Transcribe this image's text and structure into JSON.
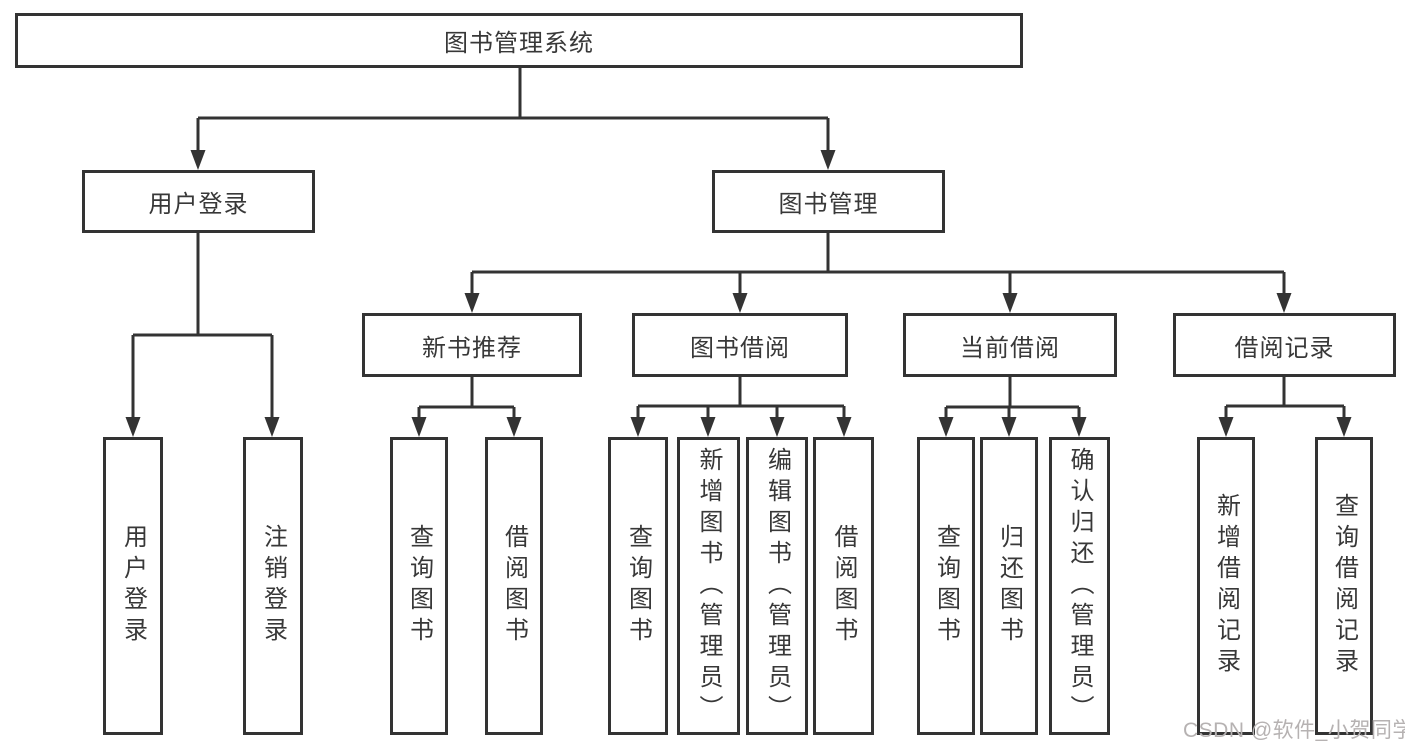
{
  "diagram": {
    "root": {
      "label": "图书管理系统"
    },
    "level2": [
      {
        "label": "用户登录"
      },
      {
        "label": "图书管理"
      }
    ],
    "level3": [
      {
        "label": "新书推荐"
      },
      {
        "label": "图书借阅"
      },
      {
        "label": "当前借阅"
      },
      {
        "label": "借阅记录"
      }
    ],
    "leaves": {
      "user_login": [
        {
          "label": "用户登录"
        },
        {
          "label": "注销登录"
        }
      ],
      "new_book_recommend": [
        {
          "label": "查询图书"
        },
        {
          "label": "借阅图书"
        }
      ],
      "book_borrow": [
        {
          "label": "查询图书"
        },
        {
          "label": "新增图书（管理员）"
        },
        {
          "label": "编辑图书（管理员）"
        },
        {
          "label": "借阅图书"
        }
      ],
      "current_borrow": [
        {
          "label": "查询图书"
        },
        {
          "label": "归还图书"
        },
        {
          "label": "确认归还（管理员）"
        }
      ],
      "borrow_records": [
        {
          "label": "新增借阅记录"
        },
        {
          "label": "查询借阅记录"
        }
      ]
    }
  },
  "watermark": "CSDN @软件_小贺同学",
  "colors": {
    "line": "#333333",
    "box_border": "#333333",
    "box_fill": "#ffffff",
    "text": "#383838",
    "watermark": "#b6b2b2",
    "background": "#ffffff"
  }
}
